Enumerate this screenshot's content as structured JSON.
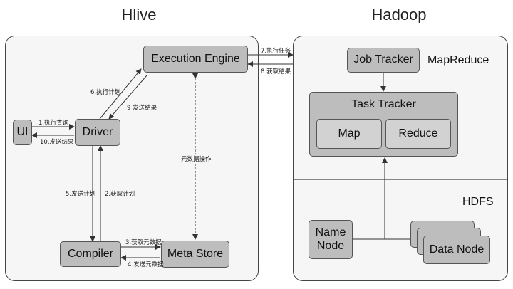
{
  "titles": {
    "hive": "Hlive",
    "hadoop": "Hadoop"
  },
  "hive": {
    "ui": "UI",
    "driver": "Driver",
    "compiler": "Compiler",
    "meta_store": "Meta Store",
    "execution_engine": "Execution Engine"
  },
  "hadoop": {
    "mapreduce_label": "MapReduce",
    "job_tracker": "Job Tracker",
    "task_tracker": "Task Tracker",
    "map": "Map",
    "reduce": "Reduce",
    "hdfs_label": "HDFS",
    "name_node": "Name\nNode",
    "data_node": "Data Node"
  },
  "edges": {
    "e1": "1.执行查询",
    "e2": "2.获取计划",
    "e3": "3.获取元数据",
    "e4": "4.发送元数据",
    "e5": "5.发送计划",
    "e6": "6.执行计划",
    "e7": "7.执行任务",
    "e8": "8 获取结果",
    "e9": "9 发送结果",
    "e10": "10.发送结果",
    "meta_op": "元数据操作"
  }
}
